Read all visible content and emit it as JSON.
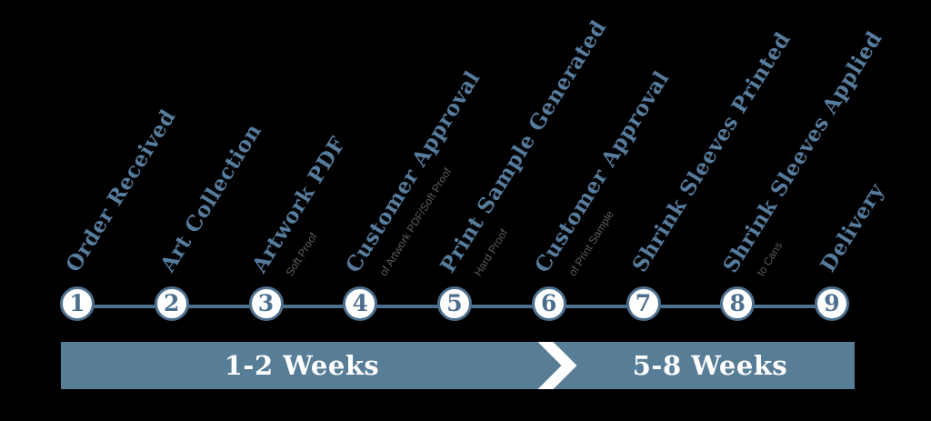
{
  "colors": {
    "label_blue": "#567c9e",
    "dark_blue": "#4d6f8e",
    "banner_blue": "#587d97",
    "sub_gray": "#5c5c5c",
    "circle_fill": "#ffffff",
    "week_text": "#ffffff",
    "background": "#000000"
  },
  "timeline": {
    "steps": [
      {
        "number": "1",
        "label": "Order Received",
        "sublabel": ""
      },
      {
        "number": "2",
        "label": "Art Collection",
        "sublabel": ""
      },
      {
        "number": "3",
        "label": "Artwork PDF",
        "sublabel": "Soft Proof"
      },
      {
        "number": "4",
        "label": "Customer Approval",
        "sublabel": "of Artwork PDF/Soft Proof"
      },
      {
        "number": "5",
        "label": "Print Sample Generated",
        "sublabel": "Hard Proof"
      },
      {
        "number": "6",
        "label": "Customer Approval",
        "sublabel": "of Print Sample"
      },
      {
        "number": "7",
        "label": "Shrink Sleeves Printed",
        "sublabel": ""
      },
      {
        "number": "8",
        "label": "Shrink Sleeves Applied",
        "sublabel": "to Cans"
      },
      {
        "number": "9",
        "label": "Delivery",
        "sublabel": ""
      }
    ]
  },
  "banner": {
    "left_label": "1-2 Weeks",
    "right_label": "5-8 Weeks",
    "divider_icon": "chevron-right"
  }
}
